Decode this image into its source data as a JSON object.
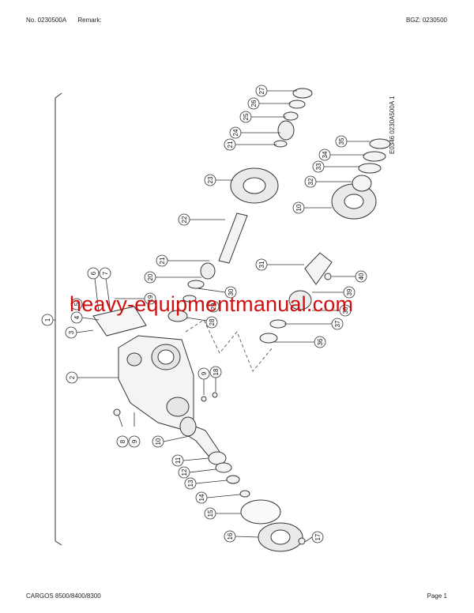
{
  "header": {
    "doc_no": "No. 0230500A",
    "remark": "Remark:",
    "bgz": "BGZ: 0230500"
  },
  "footer": {
    "model": "CARGOS 8500/8400/8300",
    "page": "Page 1"
  },
  "drawing": {
    "code": "E0346 0230A500A 1",
    "watermark": "heavy-equipmentmanual.com",
    "callouts": [
      "1",
      "2",
      "3",
      "4",
      "5",
      "6",
      "7",
      "19",
      "20",
      "21",
      "22",
      "23",
      "24",
      "21",
      "25",
      "26",
      "27",
      "28",
      "29",
      "30",
      "31",
      "32",
      "33",
      "34",
      "35",
      "10",
      "40",
      "39",
      "38",
      "37",
      "36",
      "9",
      "18",
      "8",
      "9",
      "10",
      "11",
      "12",
      "13",
      "14",
      "15",
      "16",
      "17"
    ]
  }
}
